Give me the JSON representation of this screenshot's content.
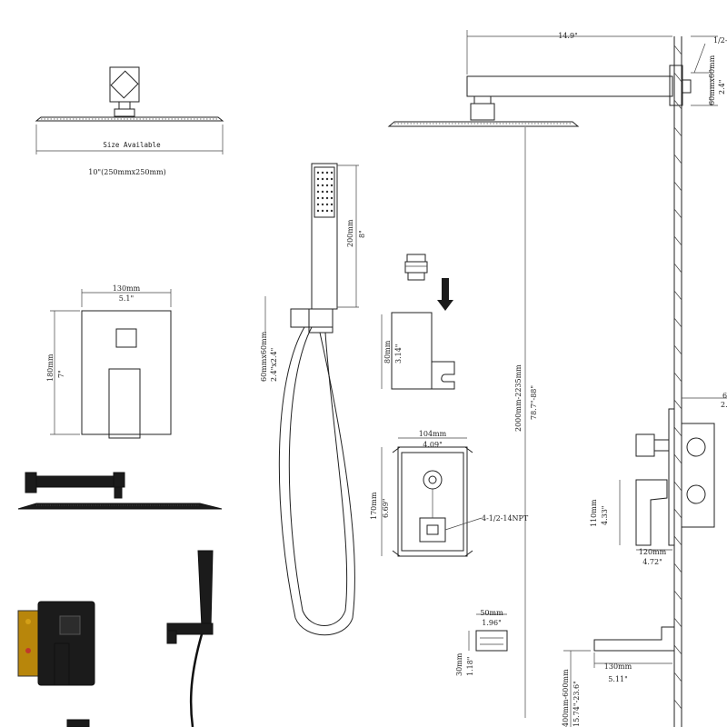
{
  "labels": {
    "head_width_in": "14.9\"",
    "thread_right": "1/2-",
    "wall_arm_mm": "60mmx60mm",
    "wall_arm_in": "2.4\"",
    "size_available": "Size Available",
    "head_size": "10\"(250mmx250mm)",
    "handset_mm": "200mm",
    "handset_in": "8\"",
    "plate_width_mm": "130mm",
    "plate_width_in": "5.1\"",
    "plate_height_mm": "180mm",
    "plate_height_in": "7\"",
    "holder_base_mm": "60mmx60mm",
    "holder_base_in": "2.4\"x2.4\"",
    "holder_h_mm": "80mm",
    "holder_h_in": "3.14\"",
    "rough_height_mm": "2000mm-2235mm",
    "rough_height_in": "78.7\"-88\"",
    "valve_w_mm": "104mm",
    "valve_w_in": "4.09\"",
    "valve_h_mm": "170mm",
    "valve_h_in": "6.69\"",
    "npt": "4-1/2-14NPT",
    "side_h_mm": "110mm",
    "side_h_in": "4.33\"",
    "side_w_mm": "120mm",
    "side_w_in": "4.72\"",
    "right_edge_a": "6",
    "right_edge_b": "2.",
    "spout_w_mm": "50mm",
    "spout_w_in": "1.96\"",
    "spout_h_mm": "30mm",
    "spout_h_in": "1.18\"",
    "tub_mm": "130mm",
    "tub_in": "5.11\"",
    "tub_height_mm": "400mm-600mm",
    "tub_height_in": "15.74\"-23.6\""
  },
  "colors": {
    "line": "#222222",
    "product": "#1b1b1b",
    "accent": "#c0392b"
  }
}
